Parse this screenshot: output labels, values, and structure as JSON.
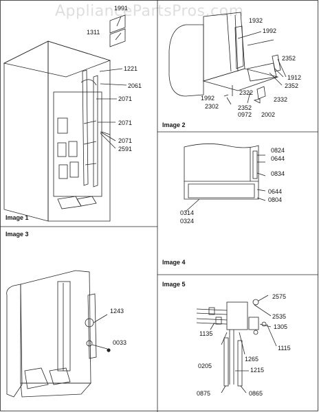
{
  "watermark": "AppliancePartsPros.com",
  "panels": [
    {
      "caption": "Image 1",
      "parts": [
        "1991",
        "1311",
        "1221",
        "2061",
        "2071",
        "2071",
        "2071",
        "2591"
      ]
    },
    {
      "caption": "Image 2",
      "parts": [
        "1932",
        "1992",
        "2352",
        "1912",
        "2352",
        "2322",
        "2332",
        "1992",
        "2302",
        "2352",
        "0972",
        "2002"
      ]
    },
    {
      "caption": "Image 3",
      "parts": [
        "1243",
        "0033"
      ]
    },
    {
      "caption": "Image 4",
      "parts": [
        "0824",
        "0644",
        "0834",
        "0644",
        "0804",
        "0314",
        "0324"
      ]
    },
    {
      "caption": "Image 5",
      "parts": [
        "2575",
        "2535",
        "1305",
        "1135",
        "1115",
        "0205",
        "1265",
        "1215",
        "0875",
        "0865"
      ]
    }
  ]
}
